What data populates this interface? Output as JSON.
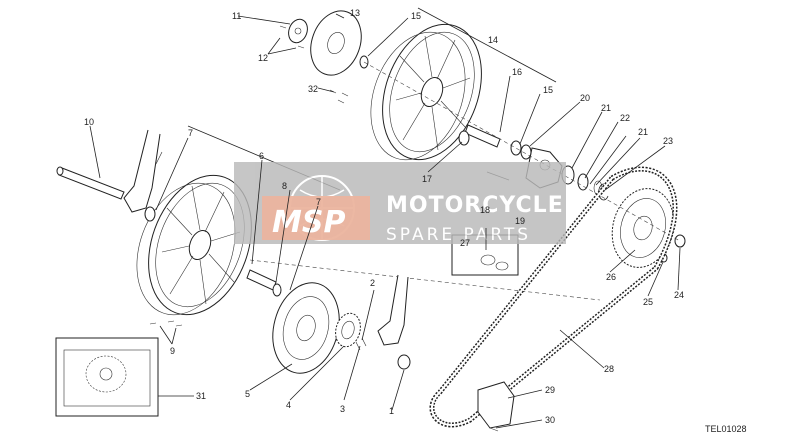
{
  "diagram": {
    "drawing_code": "TEL01028",
    "watermark": {
      "logo_text": "MSP",
      "title": "MOTORCYCLE",
      "subtitle": "SPARE PARTS"
    },
    "callouts": [
      {
        "id": "c1",
        "text": "1"
      },
      {
        "id": "c2",
        "text": "2"
      },
      {
        "id": "c3",
        "text": "3"
      },
      {
        "id": "c4",
        "text": "4"
      },
      {
        "id": "c5",
        "text": "5"
      },
      {
        "id": "c6",
        "text": "6"
      },
      {
        "id": "c7a",
        "text": "7"
      },
      {
        "id": "c7b",
        "text": "7"
      },
      {
        "id": "c8",
        "text": "8"
      },
      {
        "id": "c9",
        "text": "9"
      },
      {
        "id": "c10",
        "text": "10"
      },
      {
        "id": "c11",
        "text": "11"
      },
      {
        "id": "c12",
        "text": "12"
      },
      {
        "id": "c13",
        "text": "13"
      },
      {
        "id": "c14",
        "text": "14"
      },
      {
        "id": "c15a",
        "text": "15"
      },
      {
        "id": "c15b",
        "text": "15"
      },
      {
        "id": "c16",
        "text": "16"
      },
      {
        "id": "c17",
        "text": "17"
      },
      {
        "id": "c18",
        "text": "18"
      },
      {
        "id": "c19",
        "text": "19"
      },
      {
        "id": "c20",
        "text": "20"
      },
      {
        "id": "c21a",
        "text": "21"
      },
      {
        "id": "c21b",
        "text": "21"
      },
      {
        "id": "c22",
        "text": "22"
      },
      {
        "id": "c23",
        "text": "23"
      },
      {
        "id": "c24",
        "text": "24"
      },
      {
        "id": "c25",
        "text": "25"
      },
      {
        "id": "c26",
        "text": "26"
      },
      {
        "id": "c27",
        "text": "27"
      },
      {
        "id": "c28",
        "text": "28"
      },
      {
        "id": "c29",
        "text": "29"
      },
      {
        "id": "c30",
        "text": "30"
      },
      {
        "id": "c31",
        "text": "31"
      },
      {
        "id": "c32",
        "text": "32"
      }
    ]
  }
}
